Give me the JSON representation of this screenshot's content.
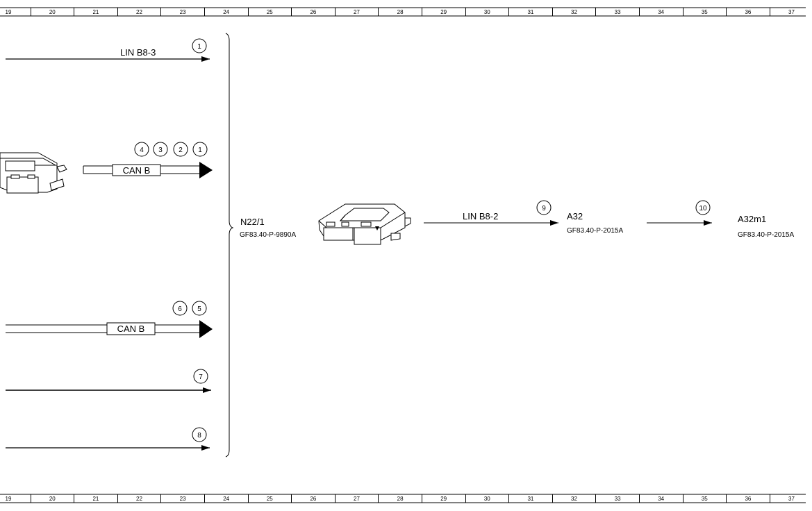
{
  "ruler": {
    "numbers": [
      "19",
      "20",
      "21",
      "22",
      "23",
      "24",
      "25",
      "26",
      "27",
      "28",
      "29",
      "30",
      "31",
      "32",
      "33",
      "34",
      "35",
      "36",
      "37"
    ]
  },
  "lines": {
    "lin_b8_3": "LIN B8-3",
    "can_b_top": "CAN B",
    "can_b_bottom": "CAN B",
    "lin_b8_2": "LIN B8-2"
  },
  "markers": {
    "m_line1": "1",
    "m_can_top": [
      "4",
      "3",
      "2",
      "1"
    ],
    "m_can_bottom": [
      "6",
      "5"
    ],
    "m_line7": "7",
    "m_line8": "8",
    "m_lin_b8_2": "9",
    "m_a32": "10"
  },
  "components": {
    "n22_1": {
      "name": "N22/1",
      "ref": "GF83.40-P-9890A"
    },
    "a32": {
      "name": "A32",
      "ref": "GF83.40-P-2015A"
    },
    "a32m1": {
      "name": "A32m1",
      "ref": "GF83.40-P-2015A"
    }
  }
}
